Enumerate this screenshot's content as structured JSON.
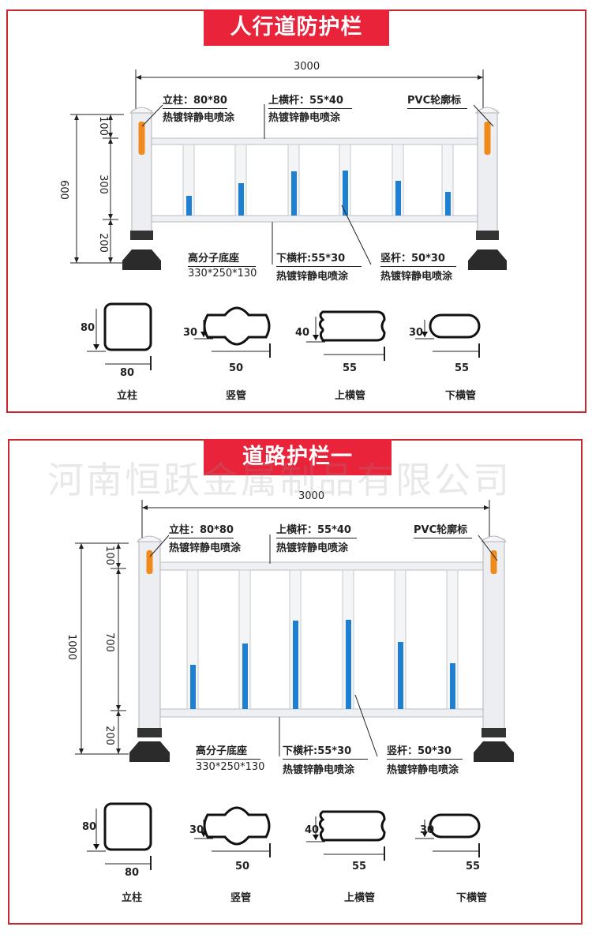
{
  "panels": [
    {
      "title": "人行道防护栏",
      "width": "3000",
      "height_total": "600",
      "seg_top": "100",
      "seg_mid": "300",
      "seg_bot": "200",
      "post_label": "立柱：80*80",
      "post_finish": "热镀锌静电喷涂",
      "top_rail_label": "上横杆：55*40",
      "top_rail_finish": "热镀锌静电喷涂",
      "pvc_label": "PVC轮廓标",
      "base_label": "高分子底座",
      "base_size": "330*250*130",
      "bottom_rail_label": "下横杆:55*30",
      "bottom_rail_finish": "热镀锌静电喷涂",
      "picket_label": "竖杆：50*30",
      "picket_finish": "热镀锌静电喷涂"
    },
    {
      "title": "道路护栏一",
      "width": "3000",
      "height_total": "1000",
      "seg_top": "100",
      "seg_mid": "700",
      "seg_bot": "200",
      "post_label": "立柱：80*80",
      "post_finish": "热镀锌静电喷涂",
      "top_rail_label": "上横杆：55*40",
      "top_rail_finish": "热镀锌静电喷涂",
      "pvc_label": "PVC轮廓标",
      "base_label": "高分子底座",
      "base_size": "330*250*130",
      "bottom_rail_label": "下横杆:55*30",
      "bottom_rail_finish": "热镀锌静电喷涂",
      "picket_label": "竖杆：50*30",
      "picket_finish": "热镀锌静电喷涂"
    }
  ],
  "profiles": [
    {
      "name": "立柱",
      "h": "80",
      "w": "80"
    },
    {
      "name": "竖管",
      "h": "30",
      "w": "50"
    },
    {
      "name": "上横管",
      "h": "40",
      "w": "55"
    },
    {
      "name": "下横管",
      "h": "30",
      "w": "55"
    }
  ],
  "watermark": "河南恒跃金属制品有限公司",
  "colors": {
    "frame": "#c8272d",
    "title_bg": "#e8233a",
    "picket_blue": "#1f7fd0",
    "reflector": "#f08a1c"
  }
}
